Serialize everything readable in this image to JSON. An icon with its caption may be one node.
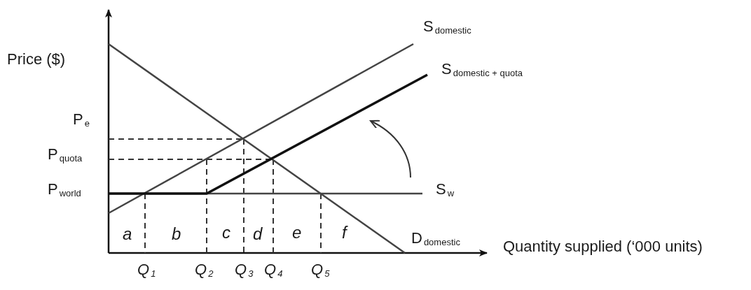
{
  "diagram": {
    "labels": [
      "Price ($)",
      "P$_{e}$",
      "P$_{quota}$",
      "P$_{world}$",
      "S$_{domestic}$",
      "S$_{domestic + quota}$",
      "S$_{w}$",
      "D$_{domestic}$",
      "Quantity supplied (‘000 units)",
      "a",
      "b",
      "c",
      "d",
      "e",
      "f",
      "Q$_{1}$",
      "Q$_{2}$",
      "Q$_{3}$",
      "Q$_{4}$",
      "Q$_{5}$"
    ]
  }
}
